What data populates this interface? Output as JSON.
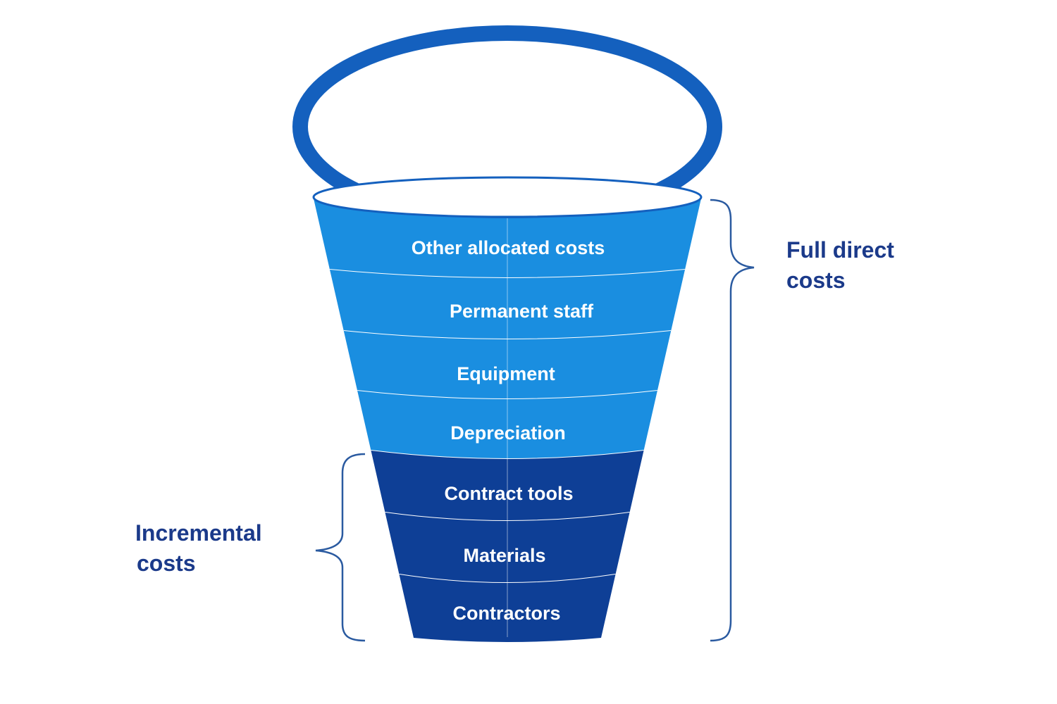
{
  "colors": {
    "handle": "#1460be",
    "light_segment": "#1a8ee0",
    "dark_segment": "#0e3f96",
    "divider": "#ffffff",
    "bracket": "#2a5aa0",
    "label_text": "#1b3a8a"
  },
  "bucket": {
    "segments": [
      {
        "label": "Other allocated costs",
        "tone": "light"
      },
      {
        "label": "Permanent staff",
        "tone": "light"
      },
      {
        "label": "Equipment",
        "tone": "light"
      },
      {
        "label": "Depreciation",
        "tone": "light"
      },
      {
        "label": "Contract tools",
        "tone": "dark"
      },
      {
        "label": "Materials",
        "tone": "dark"
      },
      {
        "label": "Contractors",
        "tone": "dark"
      }
    ]
  },
  "groups": {
    "full_direct": {
      "line1": "Full direct",
      "line2": "costs"
    },
    "incremental": {
      "line1": "Incremental",
      "line2": "costs"
    }
  }
}
